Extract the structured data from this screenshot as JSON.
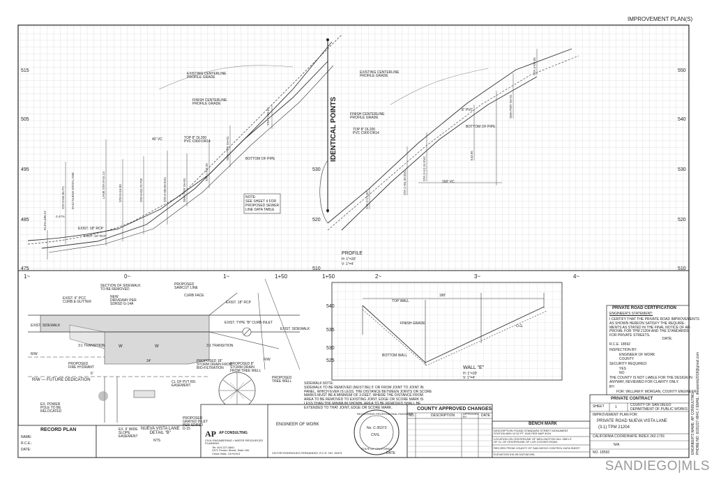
{
  "header": {
    "title": "IMPROVEMENT PLAN(S)"
  },
  "profile_left": {
    "elev_labels": [
      "515",
      "505",
      "495",
      "485",
      "475"
    ],
    "station_labels": [
      "1~",
      "0~",
      "1~",
      "1+50"
    ],
    "notes": {
      "existing_centerline": "EXISTING CENTERLINE\nPROFILE GRADE",
      "finish_centerline": "FINISH CENTERLINE\nPROFILE GRADE",
      "top_pipe": "TOP 8\" DL200\nPVC C900 DR14",
      "bottom_pipe": "BOTTOM OF PIPE",
      "vc": "40' VC",
      "sewer_note": "NOTE:\nSEE SHEET 4 FOR\nPROPOSED SEWER\nLINE DATA TABLE",
      "exist_rcp": "EXIST. 18\" RCP"
    }
  },
  "identical_points": "IDENTICAL POINTS",
  "profile_mid": {
    "elev_labels": [
      "530",
      "520",
      "510"
    ],
    "station_label": "1+50",
    "profile_title": "PROFILE",
    "scale_h": "H: 1\"=20'",
    "scale_v": "V: 1\"=4'"
  },
  "profile_right": {
    "elev_labels": [
      "550",
      "540",
      "530",
      "520",
      "510"
    ],
    "station_labels": [
      "2~",
      "3~",
      "4~"
    ],
    "notes": {
      "existing_centerline": "EXISTING CENTERLINE\nPROFILE GRADE",
      "finish_centerline": "FINISH CENTERLINE\nPROFILE GRADE",
      "top_pipe": "TOP 8\" DL200\nPVC C900 DR14",
      "bottom_pipe": "BOTTOM OF PIPE",
      "vc": "160' VC",
      "pvc": "8\" PVC"
    }
  },
  "detail_plan": {
    "labels": {
      "exist_pcc": "EXIST. 6\" PCC\nCURB & GUTTER",
      "section_sidewalk": "SECTION OF SIDEWALK\nTO BE REMOVED",
      "new_driveway": "NEW\nDRIVEWAY PER\nSDRSD G-14A",
      "sawcut": "PROPOSED\nSAWCUT LINE",
      "curb_face": "CURB FACE",
      "exist_rcp": "EXIST. 18\" RCP",
      "curb_inlet": "EXIST. TYPE \"B\" CURB INLET",
      "exist_sidewalk_l": "EXIST. SIDEWALK",
      "exist_sidewalk_r": "EXIST. SIDEWALK",
      "transition_l": "3:1 TRANSITION",
      "transition_r": "3:1 TRANSITION",
      "w1": "W",
      "w2": "W",
      "rw": "R/W",
      "rw2": "R/W",
      "hydrant": "PROPOSED\nFIRE HYDRANT",
      "rw_dedication": "R/W — FUTURE DEDICATION",
      "power_pole": "EX. POWER\nPOLE TO BE\nRELOCATED",
      "storm_drain_18": "PROPOSED 18\"\nSTORM DRAIN FROM\nBIO-FILTRATION",
      "storm_drain_8": "PROPOSED 8\"\nSTORM DRAIN\nFROM TREE WELL",
      "tree_well": "PROPOSED\nTREE WELL",
      "pvt_rd": "CL OF PVT RD.\nEASEMENT",
      "slope": "EX. 6' WIDE\nSLOPE\nEASEMENT",
      "grated_inlet": "PROPOSED\nGRATED INLET\nPER SDRSD\nD-15",
      "detail_title": "NUEVA VISTA LANE\nDETAIL \"B\"",
      "nts": "NTS",
      "dim_24": "24'",
      "dim_6": "6'"
    }
  },
  "section_e": {
    "elev_labels": [
      "540",
      "535",
      "530",
      "525"
    ],
    "labels": {
      "top_wall": "TOP WALL",
      "finish_grade": "FINISH GRADE",
      "og": "O.G.",
      "bottom_wall": "BOTTOM WALL",
      "dim_180": "180'",
      "wall_title": "WALL \"E\"",
      "scale_h": "H: 1\"=20'",
      "scale_v": "V: 1\"=4'"
    }
  },
  "sidewalk_note": "SIDEWALK NOTE:\nSIDEWALK TO BE REMOVED (MUST BE) 5' OR FROM JOINT TO JOINT IN\nPANEL, WHICH EVER IS LESS. THE DISTANCE BETWEEN JOINTS OR SCORE\nMARKS MUST BE A MINIMUM OF 3-FEET. WHERE THE DISTANCE FROM\nAREA TO BE REMOVED TO EXISTING JOINT, EDGE OR SCORE MARK IS\nLESS THAN THE MINIMUM SHOWN, AREA TO BE REMOVED SHALL BE\nEXTENDED TO THAT JOINT, EDGE OR SCORE MARK.",
  "certification": {
    "title": "PRIVATE ROAD CERTIFICATION",
    "engineer_statement": "ENGINEER'S STATEMENT:",
    "body": "I CERTIFY THAT THE PRIVATE ROAD IMPROVEMENTS\nAS SHOWN HEREON SATISFY THE REQUIRE-\nMENTS AS STATED IN THE FINAL NOTICE OF AP-\nPROVAL FOR TPM 21204 AND THE STANDARDS\nFOR PRIVATE STREETS.",
    "date": "DATE:",
    "rce": "R.C.E. 18592",
    "inspection": "INSPECTION BY:",
    "engineer_of_work": "ENGINEER OF WORK",
    "county": "COUNTY",
    "security": "SECURITY REQUIRED:",
    "yes": "YES",
    "no": "NO",
    "liability": "THE COUNTY IS NOT LIABLE FOR THE DESIGN IN\nANYWAY, REVIEWED FOR CLARITY ONLY.",
    "by": "BY:",
    "signer": "FOR: WILLIAM P. MORGAN, COUNTY ENGINEER"
  },
  "private_contract": {
    "title": "PRIVATE CONTRACT",
    "sheet": "SHEET",
    "sheet_num": "1",
    "county_dept": "COUNTY OF SAN DIEGO\nDEPARTMENT OF PUBLIC WORKS",
    "plan_for": "IMPROVEMENT PLAN FOR:",
    "project": "PRIVATE ROAD NUEVA VISTA LANE",
    "tpm": "(3.1)     TPM  21204",
    "coord_index": "CALIFORNIA COORDINATE INDEX   242-1791",
    "rce_no": "NO. 18592",
    "na": "N/A"
  },
  "side_strip": "ENGINEER'S NAME: AP CONSULTING\nPHONE NO. (619)227-8841 // EMAIL: diespoints2018@gmail.com",
  "record_plan": {
    "title": "RECORD PLAN",
    "name": "NAME:",
    "rce": "R.C.E.:",
    "date": "DATE:"
  },
  "ap_logo": {
    "name": "AP CONSULTING",
    "sub": "CIVIL ENGINEERING • WATER RESOURCES\nPLANNING",
    "contact": "Tel: 619-227-8841\n2371 Fenton Street, Suite 100\nChula Vista, CA 91914"
  },
  "engineer_of_work": {
    "title": "ENGINEER OF WORK",
    "signer": "VICTOR RODRIGUEZ-FERNANDEZ, R.C.E. NO. 35373",
    "date": "DATE"
  },
  "seal": {
    "outer": "REGISTERED PROFESSIONAL ENGINEER",
    "no": "No. C-35373",
    "state": "STATE OF CALIFORNIA",
    "civil": "CIVIL"
  },
  "changes": {
    "title": "COUNTY APPROVED CHANGES",
    "headers": [
      "NO.",
      "DESCRIPTION",
      "APPROVED BY",
      "DATE"
    ]
  },
  "bench_mark": {
    "title": "BENCH MARK",
    "description": "DESCRIPTION FOUND STANDARD STREET MONUMENT\nSTATION 805+12.52 PT 1540 PER MAP 9024",
    "location": "LOCATION ON CENTERLINE OF WELLINGTON HILL 286'± E\nOF CL OF CENTERLINE OF LOS COCHES ROAD",
    "record_from": "RECORD FROM COUNTY OF SAN DIEGO CONTROL DATA SHEET",
    "elevation": "ELEVATION  516.95    DATUM  MSL"
  },
  "watermark": "SANDIEGO|MLS"
}
